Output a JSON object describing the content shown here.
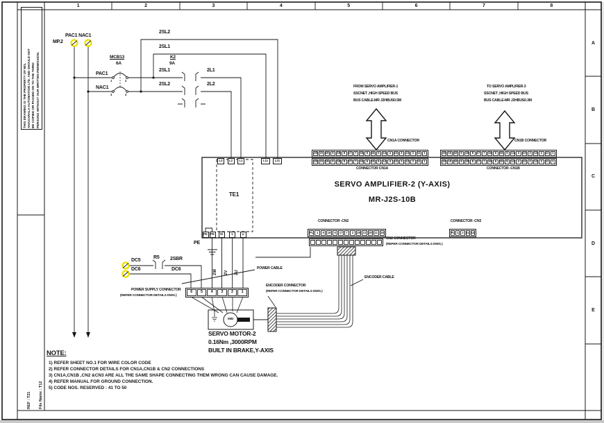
{
  "frame": {
    "ruler_numbers": [
      "1",
      "2",
      "3",
      "4",
      "5",
      "6",
      "7",
      "8"
    ],
    "zone_letters": [
      "A",
      "B",
      "C",
      "D",
      "E",
      ""
    ],
    "property_lines": [
      "THIS DRAWING IS THE PROPERTY OF M/s.",
      "ANAGARALA AUTOMATION LTD. AND SHOULD NOT",
      "BE COPIED OR PASSED ON TO THE THIRD",
      "PERSONS WITHOUT OUR WRITTEN PERMISSION."
    ],
    "ref_label": "REF : T21",
    "file_label": "File Name : T12"
  },
  "circuit": {
    "mp2": "MP.2",
    "top_terminals_label": "PAC1 NAC1",
    "pac1": "PAC1",
    "nac1": "NAC1",
    "mcb_name": "MCB13",
    "mcb_rating": "6A",
    "mcb_pins": [
      "1",
      "2",
      "3",
      "4"
    ],
    "k2_name": "K2",
    "k2_rating": "9A",
    "bus_2sl2": "2SL2",
    "bus_2sl1": "2SL1",
    "row1_in": "2SL1",
    "row1_out": "2L1",
    "row2_in": "2SL2",
    "row2_out": "2L2"
  },
  "amplifier": {
    "title": "SERVO AMPLIFIER-2 (Y-AXIS)",
    "model": "MR-J2S-10B",
    "terminal_block": "TE1",
    "pe_label": "PE",
    "main_terminals": [
      "L3",
      "L2",
      "L1"
    ],
    "control_terminals": [
      "L11",
      "L21"
    ],
    "pe_terminals": [
      "PE",
      "PE"
    ],
    "output_terminals": [
      "W",
      "V",
      "U"
    ]
  },
  "cn1a": {
    "label": "CN1A CONNECTOR",
    "label_below": "CONNECTOR CN1A",
    "pins": [
      "20",
      "10",
      "19",
      "9",
      "18",
      "8",
      "17",
      "7",
      "16",
      "6",
      "15",
      "5",
      "14",
      "4",
      "13",
      "3",
      "12",
      "2",
      "11",
      "1"
    ],
    "arrow_text": [
      "FROM SERVO AMPLIFIER-1",
      "SSCNET ,HIGH SPEED BUS",
      "BUS CABLE-MR J2HBUS0.5M"
    ]
  },
  "cn1b": {
    "label": "CN1B CONNECTOR",
    "label_below": "CONNECTOR -CN1B",
    "pins": [
      "20",
      "10",
      "19",
      "9",
      "18",
      "8",
      "17",
      "7",
      "16",
      "6",
      "15",
      "5",
      "14",
      "4",
      "13",
      "3",
      "12",
      "2",
      "11",
      "1"
    ],
    "arrow_text": [
      "TO SERVO AMPLIFIER-3",
      "SSCNET ,HIGH SPEED BUS",
      "BUS CABLE-MR J2HBUS0.3M"
    ]
  },
  "cn2": {
    "label": "CONNECTOR -CN2",
    "pins": [
      "PL",
      "1",
      "9",
      "16",
      "6",
      "17",
      "7",
      "2",
      "18",
      "12",
      "20",
      "11",
      "19"
    ],
    "empty_row": [
      "",
      "",
      "",
      "",
      "",
      "",
      "",
      "",
      "",
      "",
      "",
      "",
      ""
    ],
    "side_label1": "CN2 CONNECTOR",
    "side_label2": "(REFER CONNECTOR DETAILS DWG.)"
  },
  "cn3": {
    "label": "CONNECTOR -CN3",
    "pins": [
      "PL",
      "1",
      "2",
      "11",
      "12"
    ]
  },
  "power": {
    "dc5": "DC5",
    "dc6": "DC6",
    "r5": "R5",
    "sbr": "2SBR",
    "dc6_out": "DC6",
    "pins": [
      "6",
      "5",
      "4",
      "3",
      "2",
      "1"
    ],
    "label1": "POWER SUPPLY CONNECTOR",
    "label2": "(REFER CONNECTOR DETAILS DWG.)",
    "wire_w": "2W",
    "wire_v": "2V",
    "wire_u": "2U",
    "power_cable": "POWER CABLE"
  },
  "motor": {
    "tag": "SM2",
    "name": "SERVO MOTOR-2",
    "spec1": "0.16Nm ,3000RPM",
    "spec2": "BUILT IN BRAKE,Y-AXIS",
    "enc_label1": "ENCODER CONNECTOR",
    "enc_label2": "(REFER CONNECTOR DETAILS DWG.)",
    "cable_label": "ENCODER CABLE"
  },
  "notes": {
    "title": "NOTE:",
    "items": [
      "1) REFER SHEET NO.1 FOR WIRE COLOR CODE",
      "2) REFER CONNECTOR DETAILS FOR CN1A,CN1B & CN2 CONNECTIONS",
      "3) CN1A,CN1B ,CN2 &CN3 ARE ALL THE SAME SHAPE CONNECTING THEM  WRONG CAN CAUSE DAMAGE.",
      "4) REFER MANUAL FOR GROUND CONNECTION.",
      "5) CODE NOS. RESERVED : 41 TO 50"
    ]
  },
  "colors": {
    "line": "#161616",
    "terminal_yellow": "#ede000"
  }
}
